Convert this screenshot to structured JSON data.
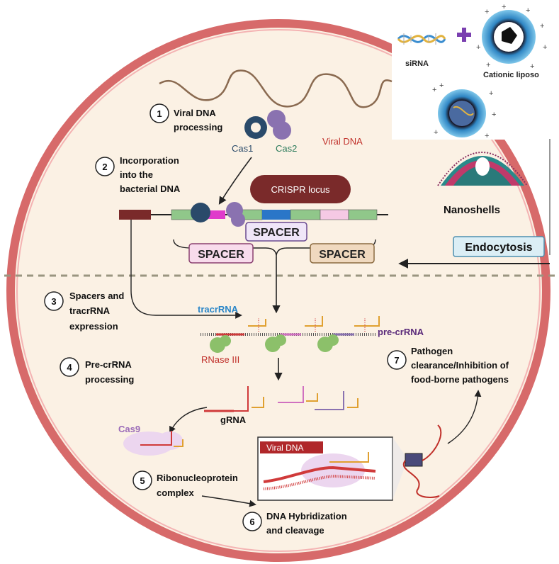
{
  "steps": [
    {
      "number": "1",
      "line1": "Viral DNA",
      "line2": "processing"
    },
    {
      "number": "2",
      "line1": "Incorporation",
      "line2": "into the",
      "line3": "bacterial DNA"
    },
    {
      "number": "3",
      "line1": "Spacers and",
      "line2": "tracrRNA",
      "line3": "expression"
    },
    {
      "number": "4",
      "line1": "Pre-crRNA",
      "line2": "processing"
    },
    {
      "number": "5",
      "line1": "Ribonucleoprotein",
      "line2": "complex"
    },
    {
      "number": "6",
      "line1": "DNA Hybridization",
      "line2": "and cleavage"
    },
    {
      "number": "7",
      "line1": "Pathogen",
      "line2": "clearance/Inhibition of",
      "line3": "food-borne pathogens"
    }
  ],
  "labels": {
    "cas1": "Cas1",
    "cas2": "Cas2",
    "viral_dna_top": "Viral DNA",
    "crispr_locus": "CRISPR locus",
    "spacer_center": "SPACER",
    "spacer_left": "SPACER",
    "spacer_right": "SPACER",
    "tracrrna": "tracrRNA",
    "pre_crrna": "pre-crRNA",
    "rnase": "RNase III",
    "grna": "gRNA",
    "cas9": "Cas9",
    "viral_dna_box": "Viral DNA",
    "sirna": "siRNA",
    "cationic_liposome": "Cationic liposo",
    "nanoshells": "Nanoshells",
    "endocytosis": "Endocytosis"
  },
  "colors": {
    "cell_border": "#d76a6a",
    "cell_fill": "#fbf1e4",
    "cas_blue": "#2a4a6a",
    "cas_purple": "#8a72b0",
    "crispr_locus": "#7a2a2a",
    "dna_green": "#90c78a",
    "spacer_magenta": "#e03acb",
    "spacer_blue": "#2a76c8",
    "spacer_pink": "#f5c9e4",
    "rnase_green": "#8cc06a",
    "tracr_orange": "#e0a030",
    "viral_red": "#c0302a"
  }
}
